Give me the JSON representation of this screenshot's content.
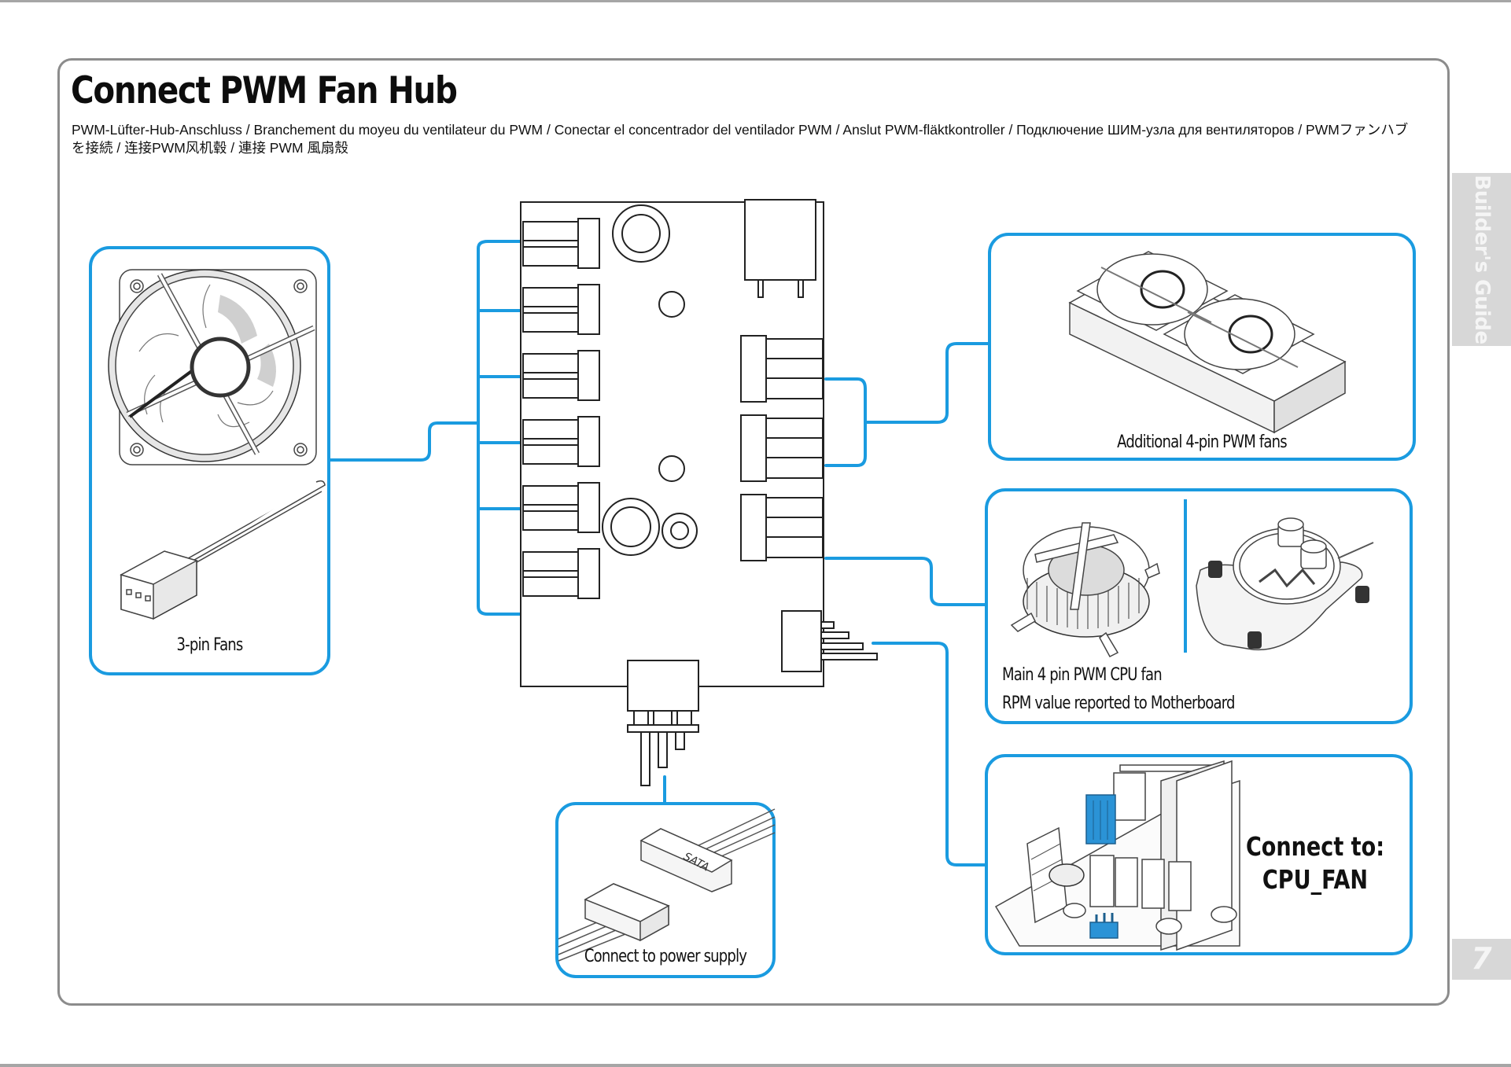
{
  "page": {
    "title": "Connect PWM Fan Hub",
    "subtitle": "PWM-Lüfter-Hub-Anschluss / Branchement du moyeu du ventilateur du PWM / Conectar el concentrador del ventilador PWM / Anslut PWM-fläktkontroller / Подключение ШИМ-узла для вентиляторов / PWMファンハブを接続 / 连接PWM风机毂 / 連接 PWM 風扇殼",
    "side_tab": "Builder's Guide",
    "page_number": "7"
  },
  "colors": {
    "accent_blue": "#1a9be0",
    "frame_gray": "#8c8c8c",
    "tab_gray": "#d7d7d7"
  },
  "diagram": {
    "hub": {
      "name": "PWM fan hub",
      "left_ports": 6,
      "right_ports": 3,
      "power_connector_pins": 3,
      "cpu_header_pins": 4
    },
    "panels": {
      "three_pin_fans": {
        "caption": "3-pin Fans",
        "icon": "fan-icon"
      },
      "additional_pwm": {
        "caption": "Additional  4-pin PWM fans",
        "icon": "radiator-fans-icon"
      },
      "main_cpu_fan": {
        "caption_line1": "Main 4 pin PWM CPU fan",
        "caption_line2": "RPM value reported to Motherboard",
        "icons": [
          "cpu-cooler-icon",
          "water-block-icon"
        ]
      },
      "cpu_fan_header": {
        "caption_line1": "Connect to:",
        "caption_line2": "CPU_FAN",
        "icon": "motherboard-header-icon"
      },
      "power_supply": {
        "caption": "Connect to power supply",
        "connector_label": "SATA",
        "icon": "sata-connector-icon"
      }
    }
  }
}
